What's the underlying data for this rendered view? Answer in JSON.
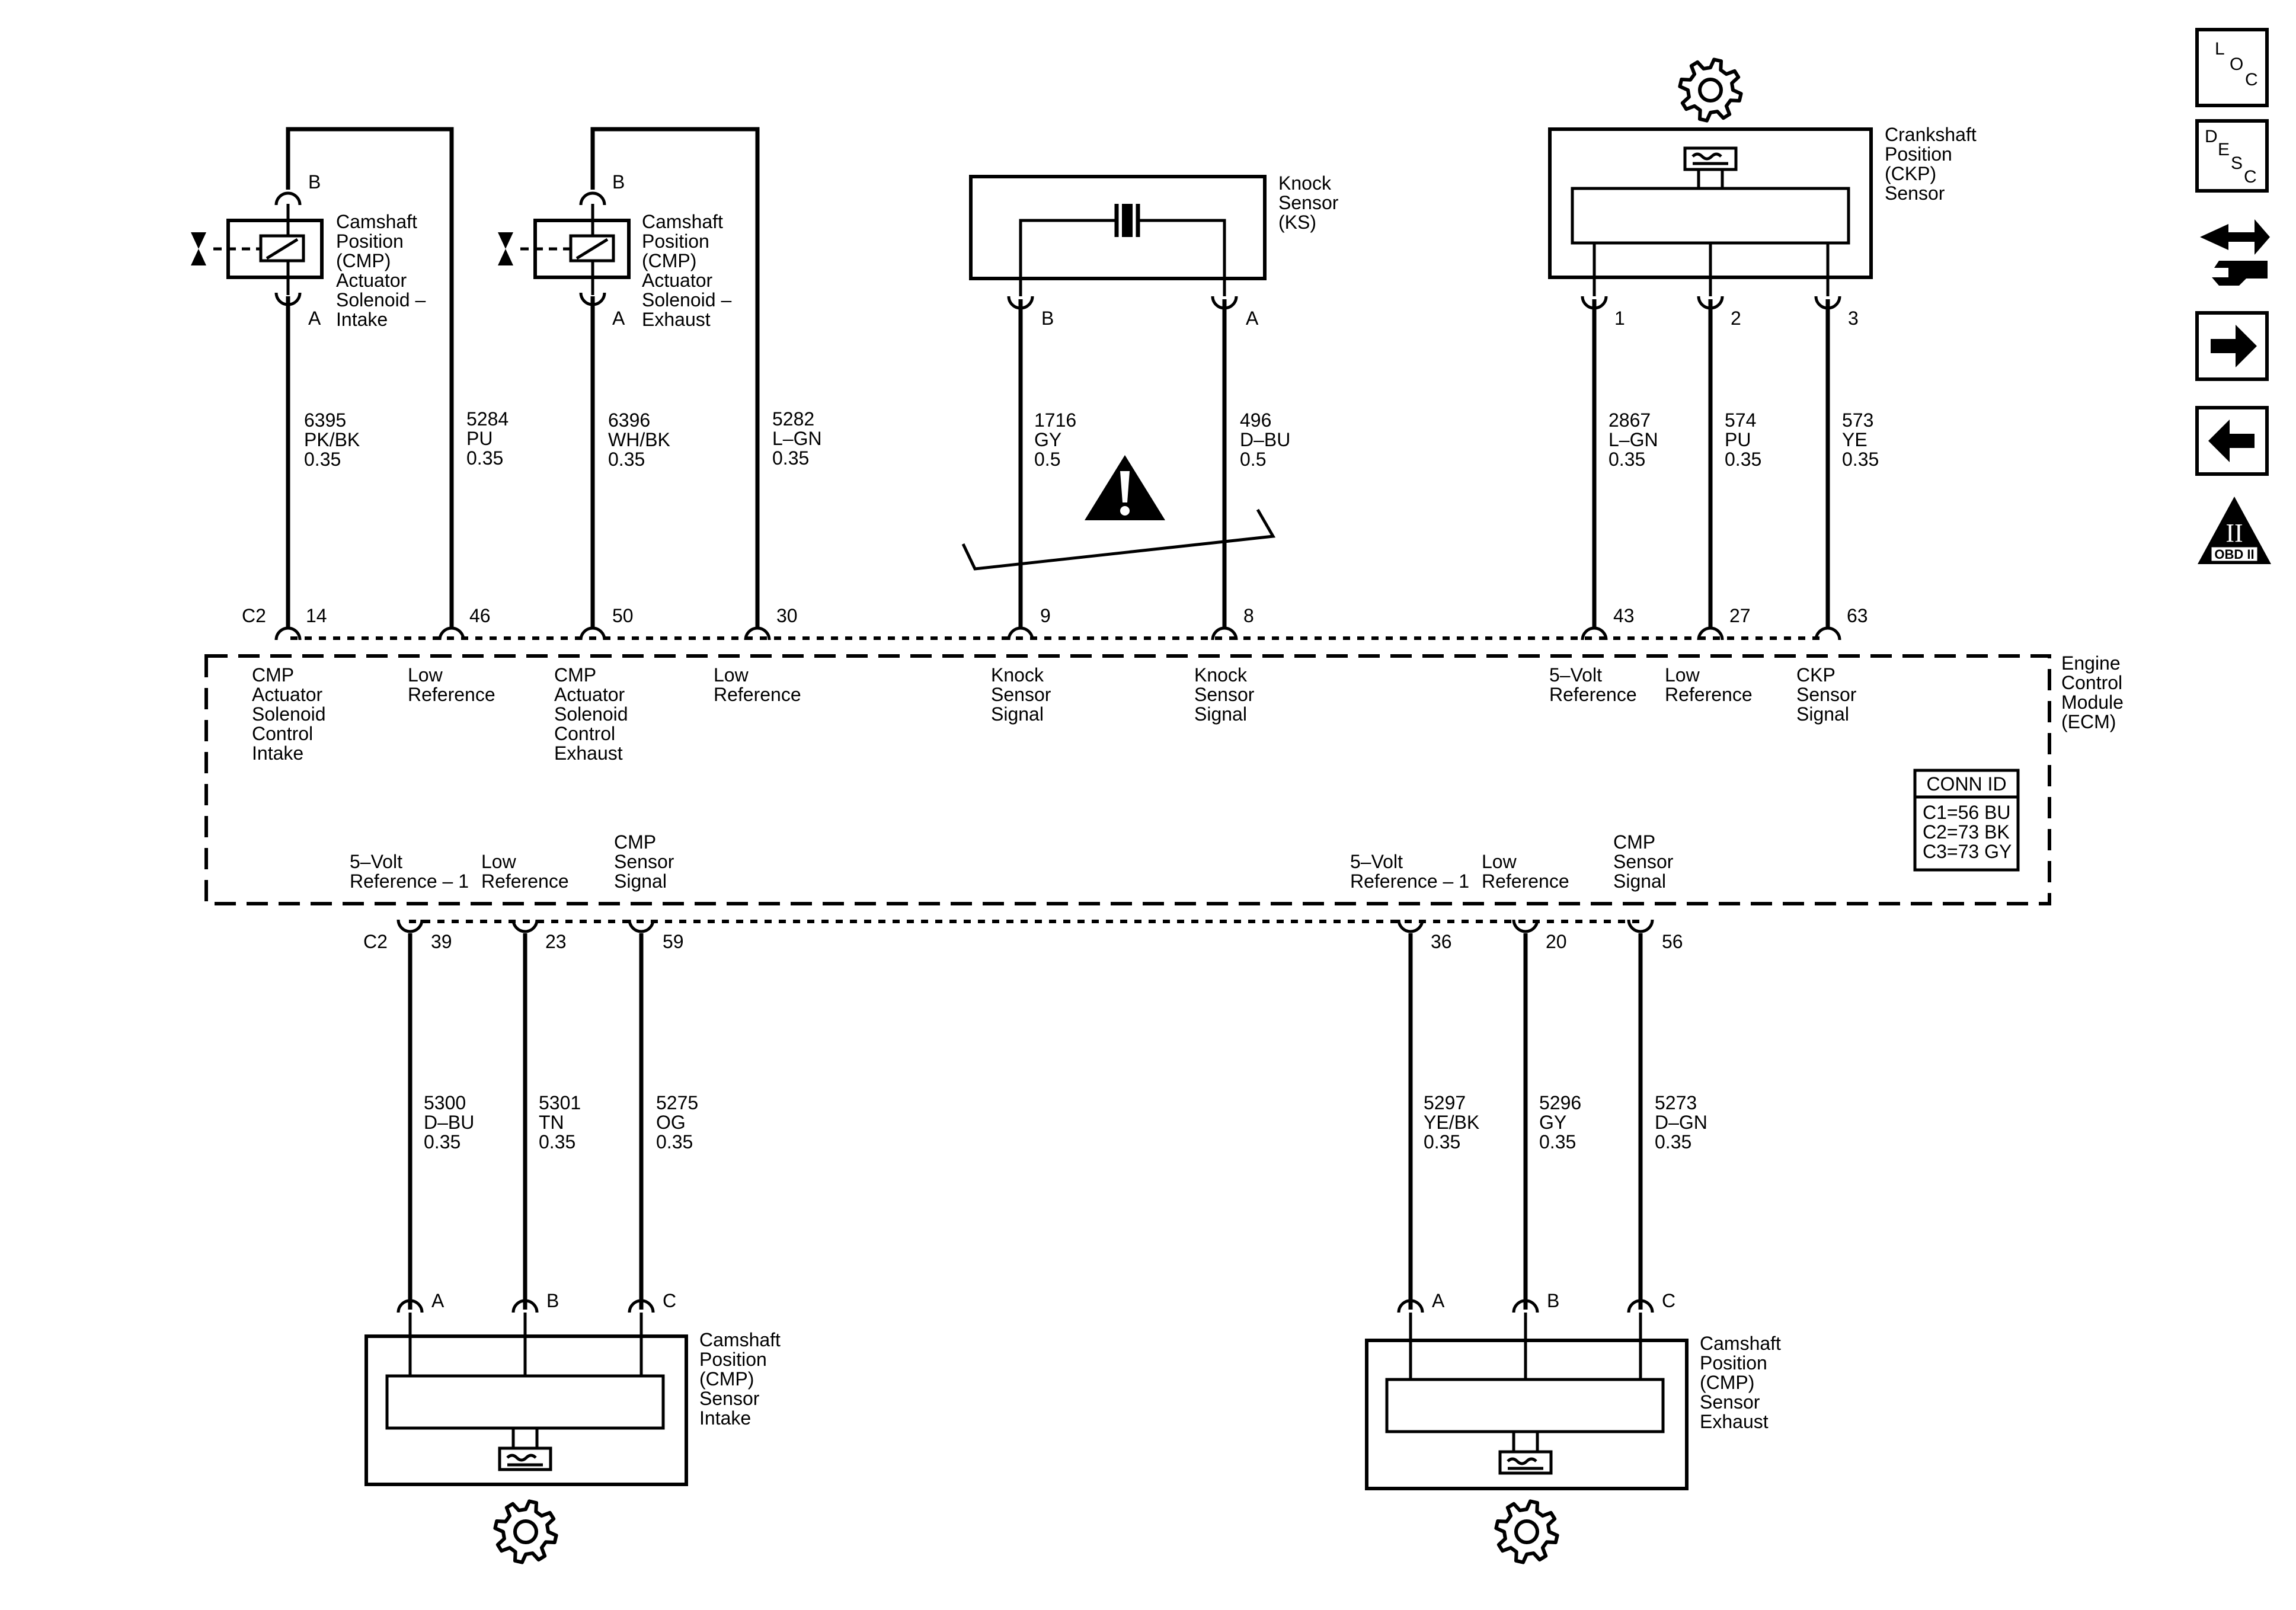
{
  "components": {
    "cmp_solenoid_intake": {
      "lines": [
        "Camshaft",
        "Position",
        "(CMP)",
        "Actuator",
        "Solenoid –",
        "Intake"
      ],
      "pin_top": "B",
      "pin_bottom": "A"
    },
    "cmp_solenoid_exhaust": {
      "lines": [
        "Camshaft",
        "Position",
        "(CMP)",
        "Actuator",
        "Solenoid –",
        "Exhaust"
      ],
      "pin_top": "B",
      "pin_bottom": "A"
    },
    "knock_sensor": {
      "lines": [
        "Knock",
        "Sensor",
        "(KS)"
      ],
      "pin_left": "B",
      "pin_right": "A"
    },
    "ckp_sensor": {
      "lines": [
        "Crankshaft",
        "Position",
        "(CKP)",
        "Sensor"
      ],
      "pins": [
        "1",
        "2",
        "3"
      ]
    },
    "ecm": {
      "lines": [
        "Engine",
        "Control",
        "Module",
        "(ECM)"
      ]
    },
    "cmp_sensor_intake": {
      "lines": [
        "Camshaft",
        "Position",
        "(CMP)",
        "Sensor",
        "Intake"
      ],
      "pins": [
        "A",
        "B",
        "C"
      ]
    },
    "cmp_sensor_exhaust": {
      "lines": [
        "Camshaft",
        "Position",
        "(CMP)",
        "Sensor",
        "Exhaust"
      ],
      "pins": [
        "A",
        "B",
        "C"
      ]
    }
  },
  "wires_top": [
    {
      "circuit": "6395",
      "color": "PK/BK",
      "gauge": "0.35",
      "pin": "14"
    },
    {
      "circuit": "5284",
      "color": "PU",
      "gauge": "0.35",
      "pin": "46"
    },
    {
      "circuit": "6396",
      "color": "WH/BK",
      "gauge": "0.35",
      "pin": "50"
    },
    {
      "circuit": "5282",
      "color": "L–GN",
      "gauge": "0.35",
      "pin": "30"
    },
    {
      "circuit": "1716",
      "color": "GY",
      "gauge": "0.5",
      "pin": "9"
    },
    {
      "circuit": "496",
      "color": "D–BU",
      "gauge": "0.5",
      "pin": "8"
    },
    {
      "circuit": "2867",
      "color": "L–GN",
      "gauge": "0.35",
      "pin": "43"
    },
    {
      "circuit": "574",
      "color": "PU",
      "gauge": "0.35",
      "pin": "27"
    },
    {
      "circuit": "573",
      "color": "YE",
      "gauge": "0.35",
      "pin": "63"
    }
  ],
  "wires_bottom": [
    {
      "circuit": "5300",
      "color": "D–BU",
      "gauge": "0.35",
      "pin": "39"
    },
    {
      "circuit": "5301",
      "color": "TN",
      "gauge": "0.35",
      "pin": "23"
    },
    {
      "circuit": "5275",
      "color": "OG",
      "gauge": "0.35",
      "pin": "59"
    },
    {
      "circuit": "5297",
      "color": "YE/BK",
      "gauge": "0.35",
      "pin": "36"
    },
    {
      "circuit": "5296",
      "color": "GY",
      "gauge": "0.35",
      "pin": "20"
    },
    {
      "circuit": "5273",
      "color": "D–GN",
      "gauge": "0.35",
      "pin": "56"
    }
  ],
  "connector_label_top": "C2",
  "connector_label_bottom": "C2",
  "ecm_functions_top": [
    [
      "CMP",
      "Actuator",
      "Solenoid",
      "Control",
      "Intake"
    ],
    [
      "Low",
      "Reference"
    ],
    [
      "CMP",
      "Actuator",
      "Solenoid",
      "Control",
      "Exhaust"
    ],
    [
      "Low",
      "Reference"
    ],
    [
      "Knock",
      "Sensor",
      "Signal"
    ],
    [
      "Knock",
      "Sensor",
      "Signal"
    ],
    [
      "5–Volt",
      "Reference"
    ],
    [
      "Low",
      "Reference"
    ],
    [
      "CKP",
      "Sensor",
      "Signal"
    ]
  ],
  "ecm_functions_bottom": [
    [
      "5–Volt",
      "Reference – 1"
    ],
    [
      "Low",
      "Reference"
    ],
    [
      "CMP",
      "Sensor",
      "Signal"
    ],
    [
      "5–Volt",
      "Reference – 1"
    ],
    [
      "Low",
      "Reference"
    ],
    [
      "CMP",
      "Sensor",
      "Signal"
    ]
  ],
  "conn_id": {
    "title": "CONN ID",
    "rows": [
      "C1=56 BU",
      "C2=73 BK",
      "C3=73 GY"
    ]
  },
  "nav": {
    "loc": [
      "L",
      "O",
      "C"
    ],
    "desc": [
      "D",
      "E",
      "S",
      "C"
    ],
    "obd": "OBD II",
    "obd_numeral": "II"
  },
  "icons": [
    "location-icon",
    "description-icon",
    "connector-end-view-icon",
    "next-page-icon",
    "previous-page-icon",
    "obd-ii-icon"
  ]
}
